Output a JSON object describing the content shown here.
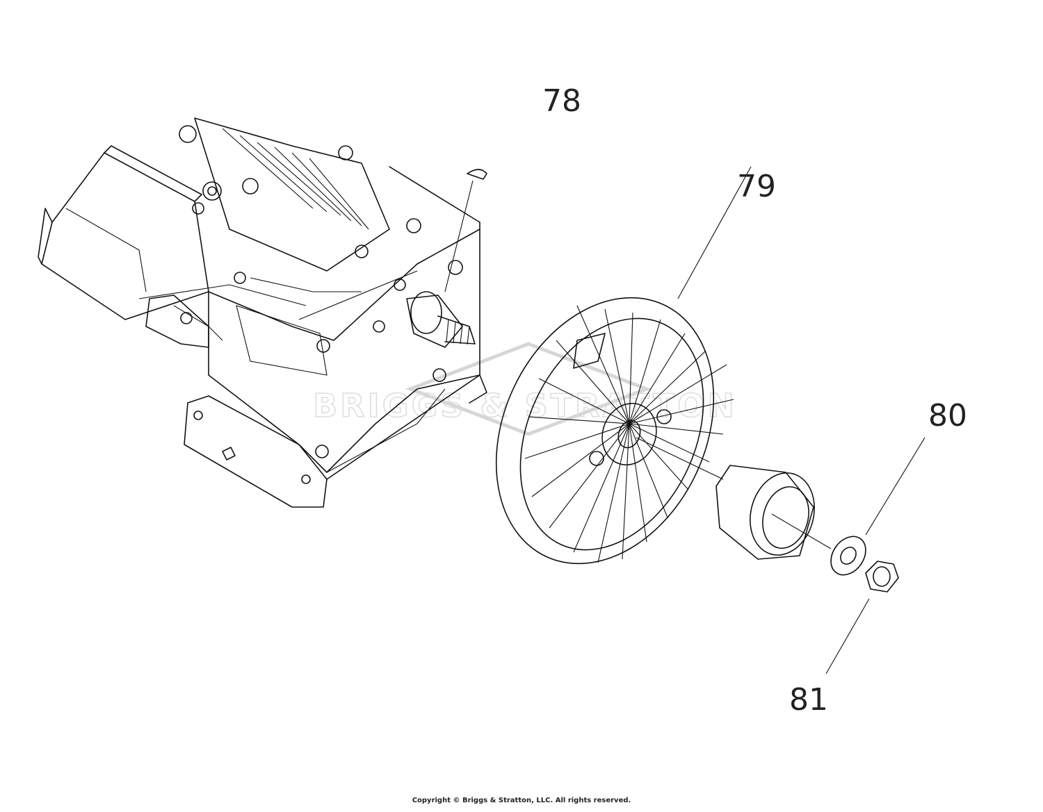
{
  "callouts": {
    "c78": "78",
    "c79": "79",
    "c80": "80",
    "c81": "81"
  },
  "footer": {
    "copyright": "Copyright © Briggs & Stratton, LLC. All rights reserved."
  },
  "watermark": {
    "text": "BRIGGS & STRATTON"
  }
}
